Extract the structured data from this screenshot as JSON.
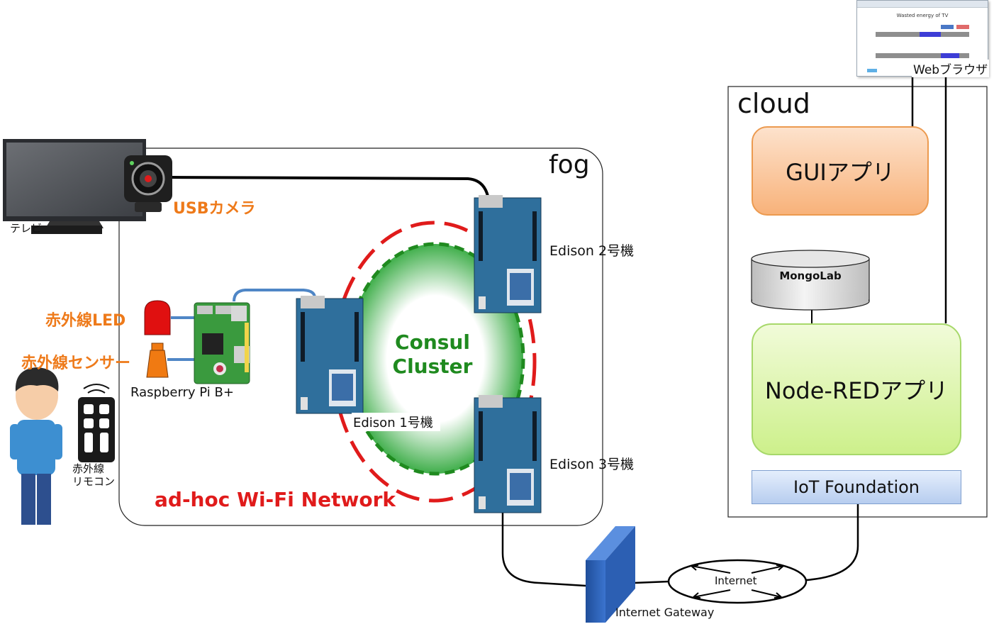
{
  "fog": {
    "title": "fog"
  },
  "cloud": {
    "title": "cloud"
  },
  "devices": {
    "tv": "テレビ",
    "usb_camera": "USBカメラ",
    "ir_led": "赤外線LED",
    "ir_sensor": "赤外線センサー",
    "raspberry_pi": "Raspberry Pi B+",
    "remote_line1": "赤外線",
    "remote_line2": "リモコン",
    "edison1": "Edison 1号機",
    "edison2": "Edison 2号機",
    "edison3": "Edison 3号機"
  },
  "cluster": {
    "line1": "Consul",
    "line2": "Cluster"
  },
  "network": {
    "adhoc": "ad-hoc Wi-Fi Network",
    "internet": "Internet",
    "gateway": "Internet Gateway"
  },
  "cloud_apps": {
    "gui": "GUIアプリ",
    "mongolab": "MongoLab",
    "nodered": "Node-REDアプリ",
    "iot": "IoT Foundation"
  },
  "browser": {
    "label": "Webブラウザ",
    "page_title": "Wasted energy of TV"
  },
  "colors": {
    "orange_label": "#ee7a1a",
    "consul_green": "#1f8a1f",
    "ring_red": "#e01b1b",
    "board_blue": "#2f6f9c",
    "gui_orange": "#f8b27a",
    "nodered_green": "#cdf08b",
    "iot_blue": "#b7cdef"
  }
}
